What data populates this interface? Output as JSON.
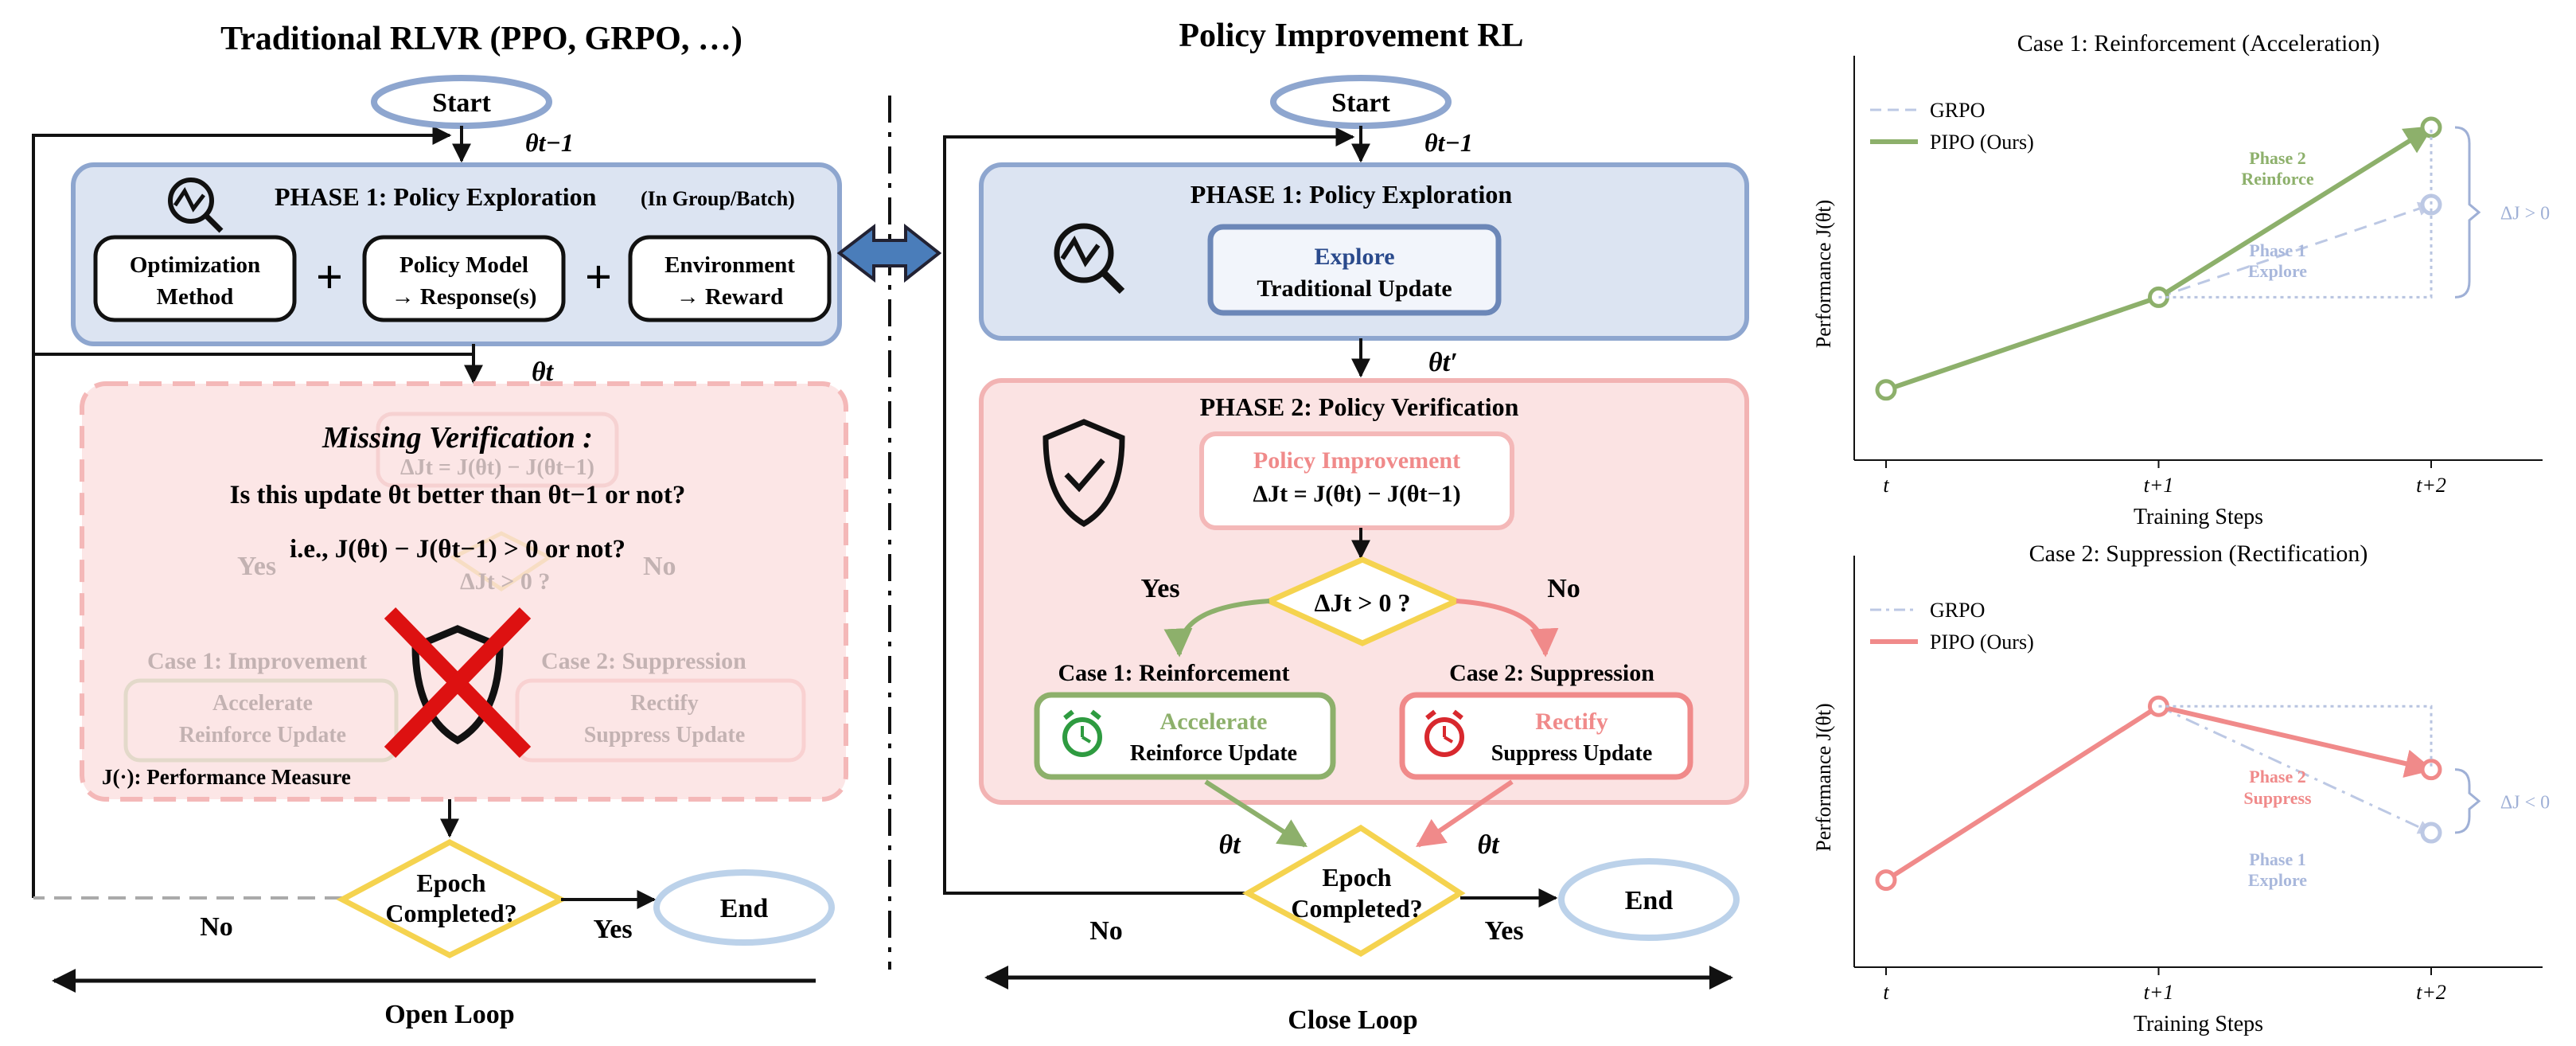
{
  "left": {
    "title": "Traditional RLVR (PPO, GRPO, …)",
    "start": "Start",
    "theta_prev": "θt−1",
    "phase1_title": "PHASE 1: Policy Exploration",
    "phase1_sub": "(In Group/Batch)",
    "box_opt_1": "Optimization",
    "box_opt_2": "Method",
    "plus": "+",
    "box_policy_1": "Policy Model",
    "box_policy_2": "→ Response(s)",
    "box_env_1": "Environment",
    "box_env_2": "→ Reward",
    "theta_t": "θt",
    "missing_title": "Missing Verification :",
    "missing_q1": "Is this update θt better than θt−1 or not?",
    "missing_q2": "i.e., J(θt) − J(θt−1) > 0 or not?",
    "ghost_yes": "Yes",
    "ghost_no": "No",
    "ghost_cond": "ΔJt > 0 ?",
    "ghost_formula": "ΔJt = J(θt) − J(θt−1)",
    "ghost_case1": "Case 1: Improvement",
    "ghost_case2": "Case 2: Suppression",
    "ghost_acc": "Accelerate",
    "ghost_reinforce": "Reinforce Update",
    "ghost_rectify": "Rectify",
    "ghost_suppress": "Suppress Update",
    "measure": "J(·): Performance Measure",
    "epoch_1": "Epoch",
    "epoch_2": "Completed?",
    "end": "End",
    "no": "No",
    "yes": "Yes",
    "loop": "Open Loop"
  },
  "right": {
    "title": "Policy Improvement RL",
    "start": "Start",
    "theta_prev": "θt−1",
    "phase1_title": "PHASE 1: Policy Exploration",
    "explore_1": "Explore",
    "explore_2": "Traditional Update",
    "theta_prime": "θt′",
    "phase2_title": "PHASE 2: Policy Verification",
    "pi_1": "Policy Improvement",
    "pi_2": "ΔJt = J(θt) − J(θt−1)",
    "yes": "Yes",
    "no": "No",
    "cond": "ΔJt > 0 ?",
    "case1": "Case 1: Reinforcement",
    "case2": "Case 2: Suppression",
    "acc_1": "Accelerate",
    "acc_2": "Reinforce Update",
    "rect_1": "Rectify",
    "rect_2": "Suppress Update",
    "theta_t": "θt",
    "epoch_1": "Epoch",
    "epoch_2": "Completed?",
    "end": "End",
    "loop_no": "No",
    "loop_yes": "Yes",
    "loop": "Close Loop"
  },
  "colors": {
    "blue_fill": "#dce4f2",
    "blue_stroke": "#8ea6cf",
    "red_fill": "#fbe3e3",
    "red_stroke": "#f2b3b3",
    "green": "#8db06b",
    "salmon": "#f08a8a",
    "yellow": "#f5d34f",
    "light_blue": "#bcd2ea",
    "navy": "#2a4a8c"
  },
  "chart_data": [
    {
      "type": "line",
      "title": "Case 1: Reinforcement (Acceleration)",
      "xlabel": "Training Steps",
      "ylabel": "Performance J(θt)",
      "x": [
        "t",
        "t+1",
        "t+2"
      ],
      "series": [
        {
          "name": "GRPO",
          "x": [
            "t+1",
            "t+2"
          ],
          "values": [
            0.45,
            0.75
          ],
          "style": "dashed",
          "color": "#bcc8e4"
        },
        {
          "name": "PIPO (Ours)",
          "x": [
            "t",
            "t+1",
            "t+2"
          ],
          "values": [
            0.15,
            0.45,
            1.0
          ],
          "style": "solid",
          "color": "#8db06b"
        }
      ],
      "annotations": [
        "Phase 2 Reinforce",
        "Phase 1 Explore",
        "ΔJ > 0"
      ],
      "legend": "top-left"
    },
    {
      "type": "line",
      "title": "Case 2: Suppression (Rectification)",
      "xlabel": "Training Steps",
      "ylabel": "Performance J(θt)",
      "x": [
        "t",
        "t+1",
        "t+2"
      ],
      "series": [
        {
          "name": "GRPO",
          "x": [
            "t+1",
            "t+2"
          ],
          "values": [
            0.75,
            0.35
          ],
          "style": "dashdot",
          "color": "#bcc8e4"
        },
        {
          "name": "PIPO (Ours)",
          "x": [
            "t",
            "t+1",
            "t+2"
          ],
          "values": [
            0.2,
            0.75,
            0.55
          ],
          "style": "solid",
          "color": "#f08a8a"
        }
      ],
      "annotations": [
        "Phase 2 Suppress",
        "Phase 1 Explore",
        "ΔJ < 0"
      ],
      "legend": "top-left"
    }
  ]
}
